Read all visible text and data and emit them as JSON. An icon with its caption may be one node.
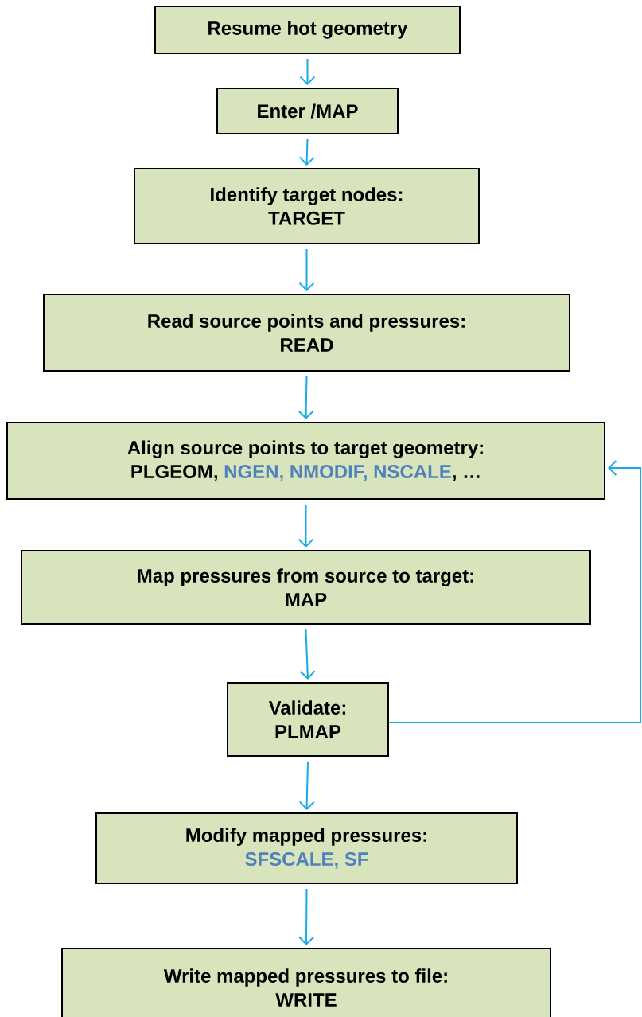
{
  "diagram": {
    "nodes": [
      {
        "text": [
          "Resume hot geometry"
        ]
      },
      {
        "text": [
          "Enter /MAP"
        ]
      },
      {
        "text": [
          "Identify target nodes:",
          "TARGET"
        ]
      },
      {
        "text": [
          "Read source points and pressures:",
          "READ"
        ]
      },
      {
        "text": [
          "Align source points to target geometry:",
          "PLGEOM,",
          "NGEN, NMODIF, NSCALE",
          ", …"
        ]
      },
      {
        "text": [
          "Map pressures from source to target:",
          "MAP"
        ]
      },
      {
        "text": [
          "Validate:",
          "PLMAP"
        ]
      },
      {
        "text": [
          "Modify mapped pressures:",
          "SFSCALE, SF"
        ]
      },
      {
        "text": [
          "Write mapped pressures to file:",
          "WRITE"
        ]
      }
    ],
    "edges": [
      {
        "from": 0,
        "to": 1,
        "arrow": "to"
      },
      {
        "from": 1,
        "to": 2,
        "arrow": "to"
      },
      {
        "from": 2,
        "to": 3,
        "arrow": "to"
      },
      {
        "from": 3,
        "to": 4,
        "arrow": "to"
      },
      {
        "from": 4,
        "to": 5,
        "arrow": "to"
      },
      {
        "from": 5,
        "to": 6,
        "arrow": "to"
      },
      {
        "from": 6,
        "to": 7,
        "arrow": "to"
      },
      {
        "from": 7,
        "to": 8,
        "arrow": "to"
      },
      {
        "from": 6,
        "to": 4,
        "arrow": "to"
      }
    ]
  }
}
